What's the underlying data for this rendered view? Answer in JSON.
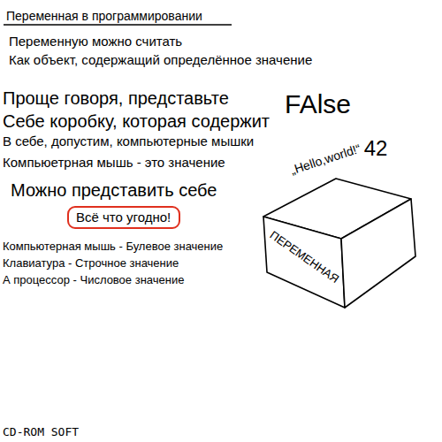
{
  "diagram": {
    "title": "Переменная в программировании",
    "nodes": [
      {
        "text": [
          "Всё что угодно!"
        ]
      }
    ],
    "labels": [
      "Переменную  можно  считать",
      "Как объект,  содержащий  определённое  значение",
      "Проще говоря, представьте",
      "Себе коробку, которая содержит",
      "В себе, допустим, компьютерные мышки",
      "Компьюетрная мышь - это значение",
      "Можно представить себе",
      "Компьютерная мышь - Булевое значение",
      "Клавиатура - Строчное значение",
      "А процессор - Числовое значение",
      "CD-ROM SOFT",
      "FAlse",
      "„Hello,world!“",
      "42",
      "ПЕРЕМЕННАЯ"
    ]
  }
}
